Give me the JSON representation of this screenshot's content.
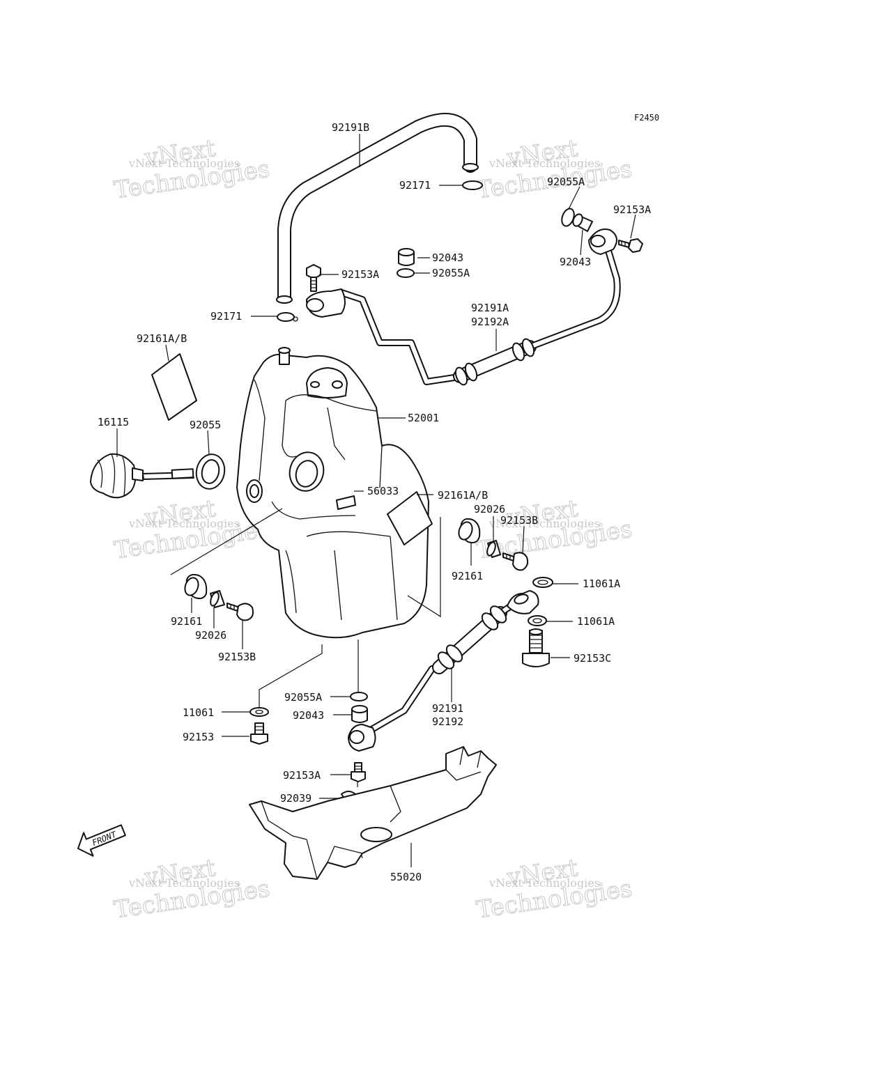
{
  "figure_code": "F2450",
  "watermark": {
    "line1": "vNext Technologies",
    "line2": "vNext",
    "line3": "Technologies"
  },
  "front_label": "FRONT",
  "callouts": [
    {
      "id": "c1",
      "text": "92191B"
    },
    {
      "id": "c2",
      "text": "92171"
    },
    {
      "id": "c3",
      "text": "92055A"
    },
    {
      "id": "c4",
      "text": "92153A"
    },
    {
      "id": "c5",
      "text": "92043"
    },
    {
      "id": "c6",
      "text": "92043"
    },
    {
      "id": "c7",
      "text": "92153A"
    },
    {
      "id": "c8",
      "text": "92055A"
    },
    {
      "id": "c9",
      "text": "92171"
    },
    {
      "id": "c10",
      "text": "92191A"
    },
    {
      "id": "c11",
      "text": "92192A"
    },
    {
      "id": "c12",
      "text": "92161A/B"
    },
    {
      "id": "c13",
      "text": "16115"
    },
    {
      "id": "c14",
      "text": "92055"
    },
    {
      "id": "c15",
      "text": "52001"
    },
    {
      "id": "c16",
      "text": "56033"
    },
    {
      "id": "c17",
      "text": "92161A/B"
    },
    {
      "id": "c18",
      "text": "92026"
    },
    {
      "id": "c19",
      "text": "92153B"
    },
    {
      "id": "c20",
      "text": "92161"
    },
    {
      "id": "c21",
      "text": "11061A"
    },
    {
      "id": "c22",
      "text": "11061A"
    },
    {
      "id": "c23",
      "text": "92161"
    },
    {
      "id": "c24",
      "text": "92026"
    },
    {
      "id": "c25",
      "text": "92153B"
    },
    {
      "id": "c26",
      "text": "92153C"
    },
    {
      "id": "c27",
      "text": "92055A"
    },
    {
      "id": "c28",
      "text": "92043"
    },
    {
      "id": "c29",
      "text": "11061"
    },
    {
      "id": "c30",
      "text": "92191"
    },
    {
      "id": "c31",
      "text": "92192"
    },
    {
      "id": "c32",
      "text": "92153"
    },
    {
      "id": "c33",
      "text": "92153A"
    },
    {
      "id": "c34",
      "text": "92039"
    },
    {
      "id": "c35",
      "text": "55020"
    }
  ]
}
